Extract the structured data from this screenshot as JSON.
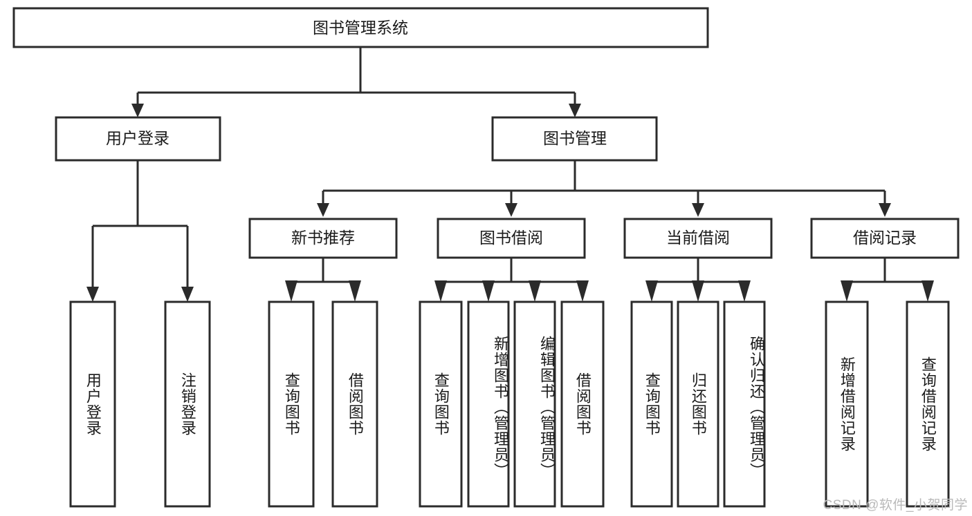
{
  "diagram": {
    "type": "tree-hierarchy-flowchart",
    "title": "图书管理系统",
    "root": {
      "id": "root",
      "label": "图书管理系统",
      "orientation": "horizontal"
    },
    "level2": [
      {
        "id": "user-login",
        "label": "用户登录",
        "orientation": "horizontal"
      },
      {
        "id": "book-manage",
        "label": "图书管理",
        "orientation": "horizontal"
      }
    ],
    "level3": [
      {
        "id": "new-book-recommend",
        "label": "新书推荐",
        "parent": "book-manage",
        "orientation": "horizontal"
      },
      {
        "id": "book-borrow",
        "label": "图书借阅",
        "parent": "book-manage",
        "orientation": "horizontal"
      },
      {
        "id": "current-borrow",
        "label": "当前借阅",
        "parent": "book-manage",
        "orientation": "horizontal"
      },
      {
        "id": "borrow-record",
        "label": "借阅记录",
        "parent": "book-manage",
        "orientation": "horizontal"
      }
    ],
    "leaves": [
      {
        "id": "leaf-user-login",
        "label": "用户登录",
        "parent": "user-login",
        "orientation": "vertical"
      },
      {
        "id": "leaf-logout-login",
        "label": "注销登录",
        "parent": "user-login",
        "orientation": "vertical"
      },
      {
        "id": "leaf-query-book-1",
        "label": "查询图书",
        "parent": "new-book-recommend",
        "orientation": "vertical"
      },
      {
        "id": "leaf-borrow-book-1",
        "label": "借阅图书",
        "parent": "new-book-recommend",
        "orientation": "vertical"
      },
      {
        "id": "leaf-query-book-2",
        "label": "查询图书",
        "parent": "book-borrow",
        "orientation": "vertical"
      },
      {
        "id": "leaf-add-book-admin",
        "label": "新增图书（管理员）",
        "parent": "book-borrow",
        "orientation": "vertical"
      },
      {
        "id": "leaf-edit-book-admin",
        "label": "编辑图书（管理员）",
        "parent": "book-borrow",
        "orientation": "vertical"
      },
      {
        "id": "leaf-borrow-book-2",
        "label": "借阅图书",
        "parent": "book-borrow",
        "orientation": "vertical"
      },
      {
        "id": "leaf-query-book-3",
        "label": "查询图书",
        "parent": "current-borrow",
        "orientation": "vertical"
      },
      {
        "id": "leaf-return-book",
        "label": "归还图书",
        "parent": "current-borrow",
        "orientation": "vertical"
      },
      {
        "id": "leaf-confirm-return-admin",
        "label": "确认归还（管理员）",
        "parent": "current-borrow",
        "orientation": "vertical"
      },
      {
        "id": "leaf-add-borrow-record",
        "label": "新增借阅记录",
        "parent": "borrow-record",
        "orientation": "vertical"
      },
      {
        "id": "leaf-query-borrow-record",
        "label": "查询借阅记录",
        "parent": "borrow-record",
        "orientation": "vertical"
      }
    ],
    "colors": {
      "box_stroke": "#2b2b2b",
      "box_fill": "#ffffff",
      "text": "#1a1a1a",
      "background": "#ffffff",
      "watermark": "#b9b9b9"
    }
  },
  "watermark": {
    "text": "CSDN @软件_小贺同学"
  }
}
